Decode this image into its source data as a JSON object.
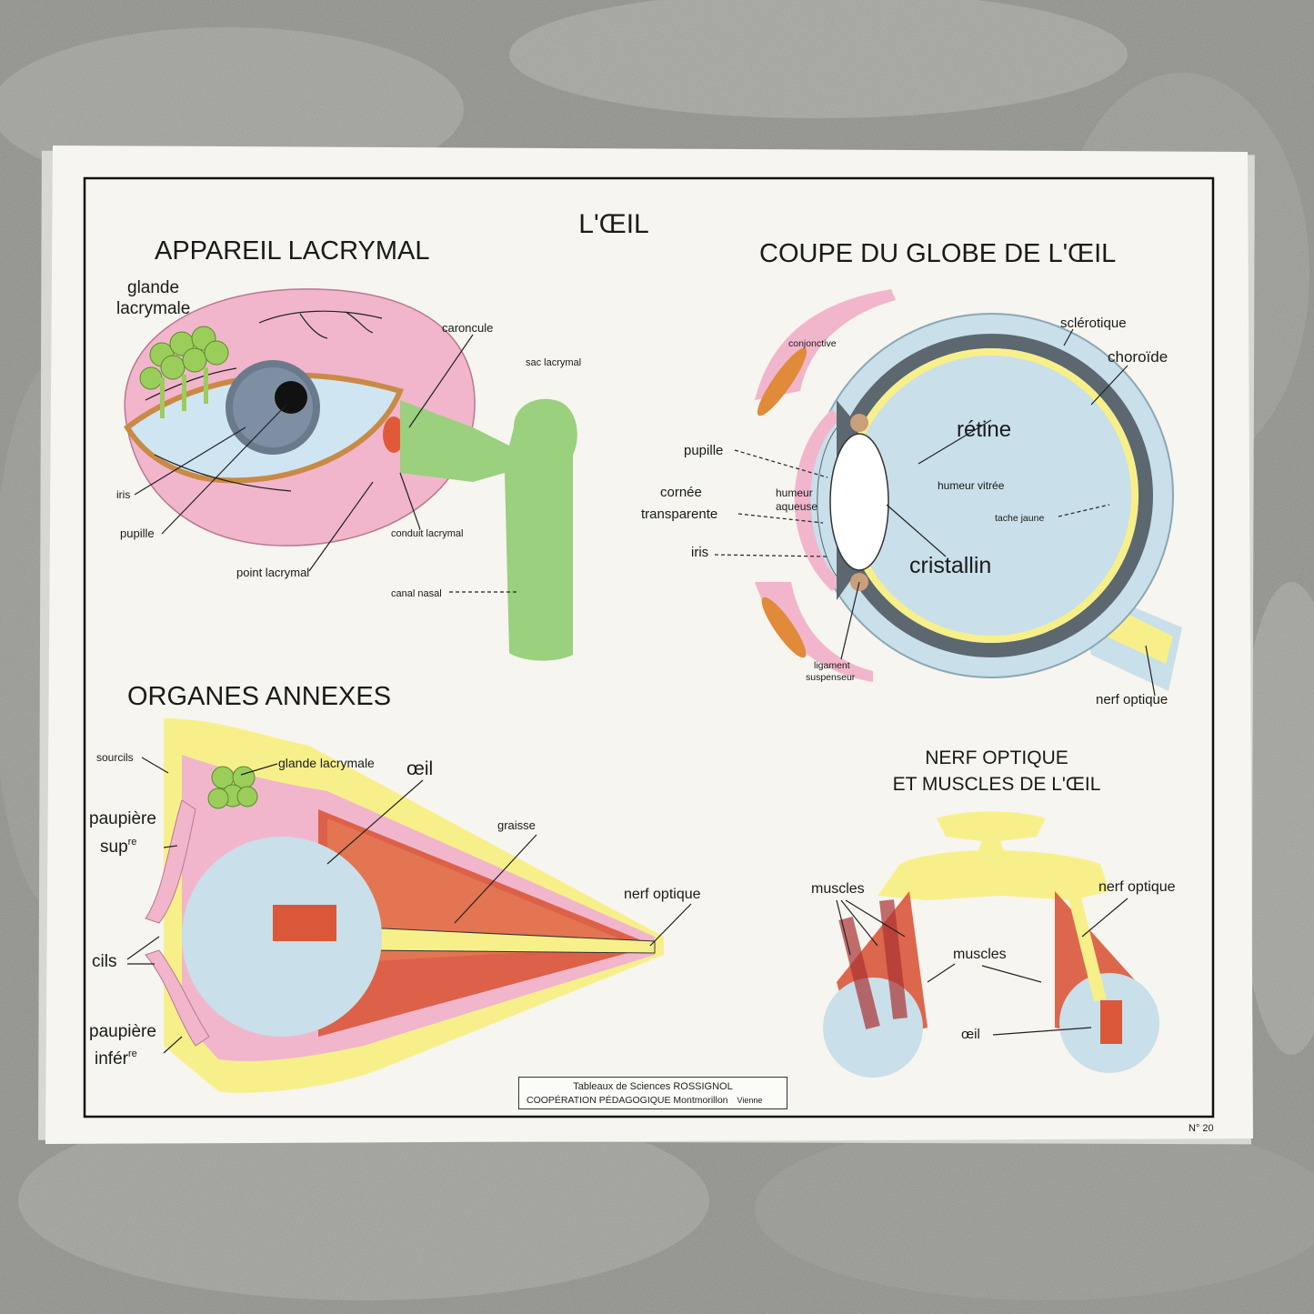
{
  "title": "L'ŒIL",
  "sections": {
    "lacrymal": {
      "title": "APPAREIL LACRYMAL",
      "labels": {
        "glande": "glande",
        "lacrymale": "lacrymale",
        "caroncule": "caroncule",
        "sac_lacrymal": "sac lacrymal",
        "iris": "iris",
        "pupille": "pupille",
        "conduit_lacrymal": "conduit lacrymal",
        "point_lacrymal": "point lacrymal",
        "canal_nasal": "canal nasal"
      }
    },
    "coupe": {
      "title": "COUPE DU GLOBE DE L'ŒIL",
      "labels": {
        "conjonctive": "conjonctive",
        "sclerotique": "sclérotique",
        "choroide": "choroïde",
        "retine": "rétine",
        "pupille": "pupille",
        "humeur": "humeur",
        "aqueuse": "aqueuse",
        "humeur_vitree": "humeur vitrée",
        "cornee": "cornée",
        "transparente": "transparente",
        "tache_jaune": "tache jaune",
        "iris": "iris",
        "cristallin": "cristallin",
        "ligament": "ligament",
        "suspenseur": "suspenseur",
        "nerf_optique": "nerf optique"
      }
    },
    "annexes": {
      "title": "ORGANES ANNEXES",
      "labels": {
        "glande_lacrymale": "glande lacrymale",
        "sourcils": "sourcils",
        "oeil": "œil",
        "paupiere_sup_1": "paupière",
        "paupiere_sup_2": "sup",
        "paupiere_sup_sup": "re",
        "graisse": "graisse",
        "nerf_optique": "nerf optique",
        "cils": "cils",
        "paupiere_inf_1": "paupière",
        "paupiere_inf_2": "infér",
        "paupiere_inf_sup": "re"
      }
    },
    "nerf": {
      "title_line1": "NERF OPTIQUE",
      "title_line2": "ET MUSCLES DE L'ŒIL",
      "labels": {
        "muscles_left": "muscles",
        "nerf_optique": "nerf optique",
        "muscles_center": "muscles",
        "oeil": "œil"
      }
    }
  },
  "plate": {
    "line1": "Tableaux de Sciences ROSSIGNOL",
    "line2": "COOPÉRATION PÉDAGOGIQUE  Montmorillon",
    "vienne": "Vienne",
    "number": "N° 20"
  },
  "colors": {
    "paper": "#f6f5ef",
    "pink": "#f2b6cc",
    "yellow": "#f7f08a",
    "light_blue": "#c9dfe9",
    "green": "#9acd5a",
    "muscle": "#d9583a",
    "dark_grey": "#5d6770"
  }
}
